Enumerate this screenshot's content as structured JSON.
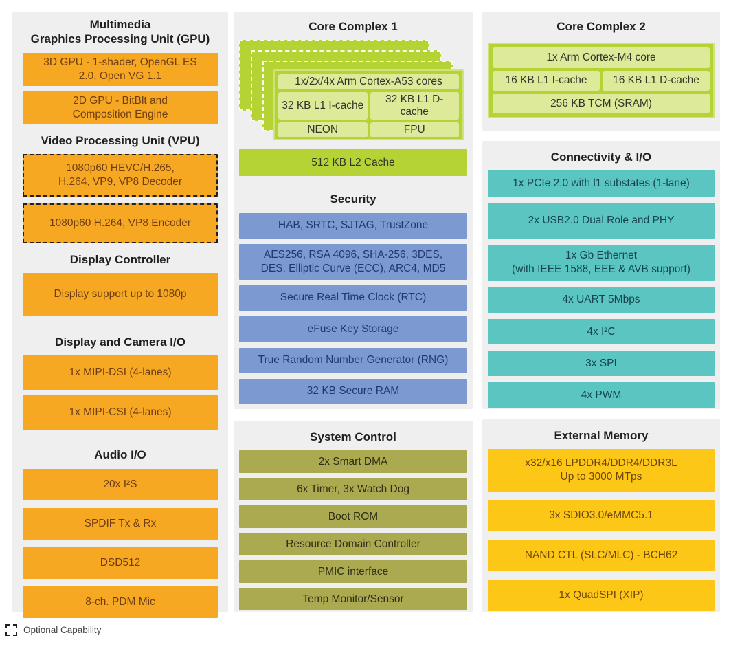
{
  "diagram": {
    "title": "SoC block diagram",
    "colors": {
      "panel_bg": "#EFEFF0",
      "orange": "#F7A823",
      "green": "#B5D334",
      "green_light": "#DCEA9A",
      "blue": "#7D99D1",
      "teal": "#5AC5C1",
      "olive": "#ABAA50",
      "yellow": "#FDC717",
      "heading_text": "#231F20"
    },
    "left": {
      "sections": [
        {
          "heading": "Multimedia\nGraphics Processing Unit (GPU)",
          "blocks": [
            {
              "label": "3D GPU - 1-shader, OpenGL ES\n2.0, Open VG 1.1"
            },
            {
              "label": "2D GPU - BitBlt and\nComposition Engine"
            }
          ]
        },
        {
          "heading": "Video Processing Unit (VPU)",
          "blocks": [
            {
              "label": "1080p60 HEVC/H.265,\nH.264, VP9, VP8 Decoder",
              "optional": true
            },
            {
              "label": "1080p60 H.264, VP8 Encoder",
              "optional": true
            }
          ]
        },
        {
          "heading": "Display Controller",
          "blocks": [
            {
              "label": "Display support up to 1080p"
            }
          ]
        },
        {
          "heading": "Display and Camera I/O",
          "blocks": [
            {
              "label": "1x MIPI-DSI (4-lanes)"
            },
            {
              "label": "1x MIPI-CSI (4-lanes)"
            }
          ]
        },
        {
          "heading": "Audio I/O",
          "blocks": [
            {
              "label": "20x I²S"
            },
            {
              "label": "SPDIF Tx & Rx"
            },
            {
              "label": "DSD512"
            },
            {
              "label": "8-ch. PDM Mic"
            }
          ]
        }
      ]
    },
    "core1": {
      "heading": "Core Complex 1",
      "card": {
        "cores": "1x/2x/4x Arm Cortex-A53 cores",
        "icache": "32 KB L1 I-cache",
        "dcache": "32 KB L1 D-cache",
        "neon": "NEON",
        "fpu": "FPU"
      },
      "l2": "512 KB L2 Cache"
    },
    "security": {
      "heading": "Security",
      "blocks": [
        "HAB, SRTC, SJTAG, TrustZone",
        "AES256, RSA 4096, SHA-256, 3DES,\nDES, Elliptic Curve (ECC), ARC4, MD5",
        "Secure Real Time Clock (RTC)",
        "eFuse Key Storage",
        "True Random Number Generator (RNG)",
        "32 KB Secure RAM"
      ]
    },
    "system_control": {
      "heading": "System Control",
      "blocks": [
        "2x Smart DMA",
        "6x Timer, 3x Watch Dog",
        "Boot ROM",
        "Resource Domain Controller",
        "PMIC interface",
        "Temp Monitor/Sensor"
      ]
    },
    "core2": {
      "heading": "Core Complex 2",
      "card": {
        "core": "1x Arm Cortex-M4 core",
        "icache": "16 KB L1 I-cache",
        "dcache": "16 KB L1 D-cache",
        "tcm": "256 KB TCM (SRAM)"
      }
    },
    "connectivity": {
      "heading": "Connectivity & I/O",
      "blocks": [
        "1x PCIe 2.0 with l1 substates (1-lane)",
        "2x USB2.0 Dual Role and PHY",
        "1x Gb Ethernet\n(with IEEE 1588, EEE & AVB support)",
        "4x UART 5Mbps",
        "4x I²C",
        "3x SPI",
        "4x PWM"
      ]
    },
    "external_memory": {
      "heading": "External Memory",
      "blocks": [
        "x32/x16 LPDDR4/DDR4/DDR3L\nUp to 3000 MTps",
        "3x SDIO3.0/eMMC5.1",
        "NAND CTL (SLC/MLC) - BCH62",
        "1x QuadSPI (XIP)"
      ]
    },
    "legend": {
      "label": "Optional Capability"
    }
  }
}
